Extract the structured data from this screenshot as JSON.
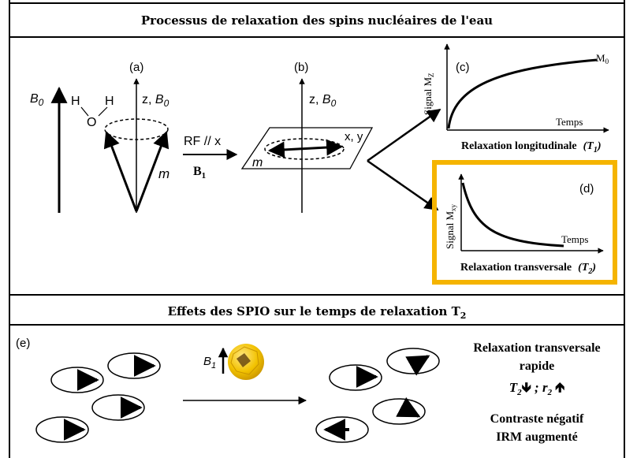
{
  "top_section": {
    "title": "Processus de relaxation des spins nucléaires de l'eau"
  },
  "panel_a": {
    "label": "(a)",
    "b0": "B",
    "b0_sub": "0",
    "h_left": "H",
    "h_right": "H",
    "o": "O",
    "axis": "z, ",
    "axis_b": "B",
    "axis_b_sub": "0",
    "m": "m"
  },
  "rf": {
    "label": "RF // x",
    "b1": "B",
    "b1_sub": "1"
  },
  "panel_b": {
    "label": "(b)",
    "axis": "z, ",
    "axis_b": "B",
    "axis_b_sub": "0",
    "xy": "x, y",
    "m": "m"
  },
  "panel_c": {
    "label": "(c)",
    "ylabel": "Signal M",
    "ylabel_sub": "Z",
    "m0": "M",
    "m0_sub": "0",
    "xlabel": "Temps",
    "caption": "Relaxation longitudinale",
    "caption_t": "(T",
    "caption_t_sub": "1",
    "caption_t_end": ")"
  },
  "panel_d": {
    "label": "(d)",
    "ylabel": "Signal M",
    "ylabel_sub": "xy",
    "xlabel": "Temps",
    "caption": "Relaxation transversale",
    "caption_t": "(T",
    "caption_t_sub": "2",
    "caption_t_end": ")",
    "highlight_color": "#F5B400"
  },
  "bottom_section": {
    "title": "Effets des SPIO sur le temps de relaxation T",
    "title_sub": "2"
  },
  "panel_e": {
    "label": "(e)",
    "b1": "B",
    "b1_sub": "1",
    "particle_color": "#F2C200",
    "result_line1": "Relaxation transversale",
    "result_line2": "rapide",
    "t2": "T",
    "t2_sub": "2",
    "arrow_down": "🡻",
    "sep": " ; ",
    "r2": "r",
    "r2_sub": "2",
    "arrow_up": "🡹",
    "contrast_line1": "Contraste négatif",
    "contrast_line2": "IRM augmenté"
  }
}
